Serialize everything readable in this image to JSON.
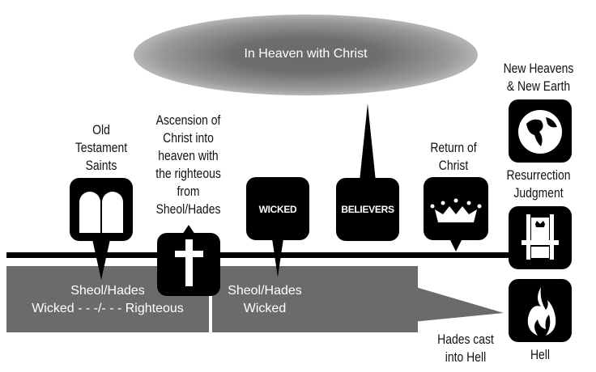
{
  "heaven": {
    "label": "In Heaven with Christ"
  },
  "events": {
    "ot_saints": {
      "label_lines": [
        "Old",
        "Testament",
        "Saints"
      ],
      "icon": "tablets-icon"
    },
    "ascension": {
      "label_lines": [
        "Ascension of",
        "Christ into",
        "heaven with",
        "the righteous",
        "from",
        "Sheol/Hades"
      ],
      "icon": "cross-icon"
    },
    "wicked": {
      "box_label": "WICKED"
    },
    "believers": {
      "box_label": "BELIEVERS"
    },
    "return": {
      "label_lines": [
        "Return of",
        "Christ"
      ],
      "icon": "crown-icon"
    },
    "new_heavens": {
      "label_lines": [
        "New Heavens",
        "& New Earth"
      ],
      "icon": "globe-icon"
    },
    "resurrection": {
      "label_lines": [
        "Resurrection",
        "Judgment"
      ],
      "icon": "throne-icon"
    },
    "hell": {
      "label": "Hell",
      "icon": "flame-icon"
    },
    "hades_cast": {
      "label_lines": [
        "Hades cast",
        "into Hell"
      ]
    }
  },
  "sheol": {
    "left": {
      "line1": "Sheol/Hades",
      "line2": "Wicked - - -/- - - Righteous"
    },
    "right": {
      "line1": "Sheol/Hades",
      "line2": "Wicked"
    }
  },
  "colors": {
    "box": "#000000",
    "sheol": "#6b6b6b",
    "text": "#111111"
  }
}
